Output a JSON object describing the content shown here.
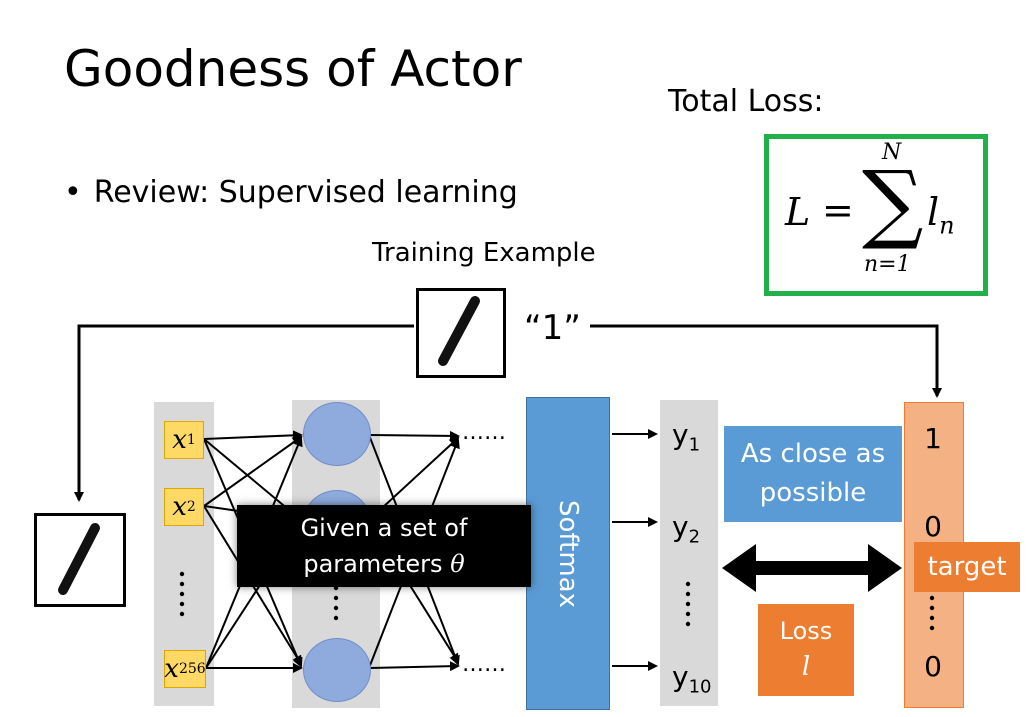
{
  "slide": {
    "title": "Goodness of Actor",
    "bullet": "Review: Supervised learning",
    "total_loss_label": "Total Loss:"
  },
  "formula": {
    "lhs": "L",
    "equals": "=",
    "sum_symbol": "∑",
    "upper_limit": "N",
    "lower_limit": "n=1",
    "term": "l",
    "term_subscript": "n"
  },
  "training": {
    "label": "Training Example",
    "label_quote": "“1”"
  },
  "inputs": [
    {
      "var": "x",
      "sub": "1"
    },
    {
      "var": "x",
      "sub": "2"
    },
    {
      "var": "x",
      "sub": "256"
    }
  ],
  "ellipsis_horizontal": "……",
  "given_box": {
    "line1": "Given a set of",
    "line2_prefix": "parameters ",
    "theta": "θ"
  },
  "softmax_label": "Softmax",
  "outputs": [
    {
      "var": "y",
      "sub": "1"
    },
    {
      "var": "y",
      "sub": "2"
    },
    {
      "var": "y",
      "sub": "10"
    }
  ],
  "close_box": {
    "line1": "As close as",
    "line2": "possible"
  },
  "loss_box": {
    "line1": "Loss",
    "symbol": "l"
  },
  "target": {
    "values": [
      "1",
      "0",
      "0"
    ],
    "tag": "target"
  },
  "colors": {
    "formula_border": "#22b04a",
    "input_fill": "#ffd966",
    "neuron_fill": "#8faadc",
    "softmax_fill": "#5b9bd5",
    "close_box_fill": "#5b9bd5",
    "loss_fill": "#ed7d31",
    "target_column_fill": "#f4b183",
    "column_gray": "#d9d9d9"
  }
}
